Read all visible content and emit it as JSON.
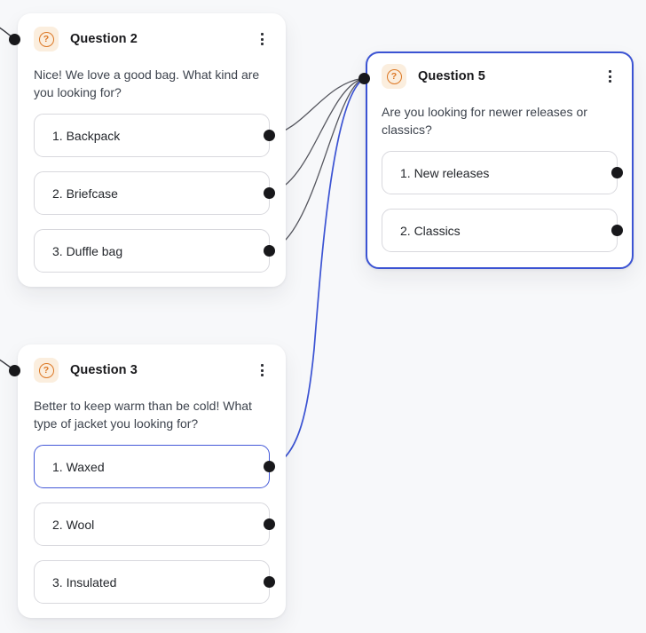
{
  "canvas": {
    "background_color": "#f7f8fa",
    "accent_blue": "#3b53d3",
    "connector_gray": "#55565e",
    "stub_dark": "#3a3b42",
    "port_color": "#18181b",
    "icon_orange": "#dc7724",
    "icon_background": "#fbeede"
  },
  "icons": {
    "question_glyph": "?",
    "kebab_menu": "vertical-ellipsis",
    "port": "filled-circle"
  },
  "cards": [
    {
      "id": "question-2",
      "title": "Question 2",
      "question": "Nice! We love a good bag. What kind are you looking for?",
      "selected": false,
      "options": [
        {
          "label": "1. Backpack",
          "selected": false
        },
        {
          "label": "2. Briefcase",
          "selected": false
        },
        {
          "label": "3. Duffle bag",
          "selected": false
        }
      ]
    },
    {
      "id": "question-5",
      "title": "Question 5",
      "question": "Are you looking for newer releases or classics?",
      "selected": true,
      "options": [
        {
          "label": "1. New releases",
          "selected": false
        },
        {
          "label": "2. Classics",
          "selected": false
        }
      ]
    },
    {
      "id": "question-3",
      "title": "Question 3",
      "question": "Better to keep warm than be cold! What type of jacket you looking for?",
      "selected": false,
      "options": [
        {
          "label": "1. Waxed",
          "selected": true
        },
        {
          "label": "2. Wool",
          "selected": false
        },
        {
          "label": "3. Insulated",
          "selected": false
        }
      ]
    }
  ],
  "edges": [
    {
      "from": "offscreen-left",
      "to": "question-2",
      "style": "dark"
    },
    {
      "from": "offscreen-left",
      "to": "question-3",
      "style": "dark"
    },
    {
      "from": "question-2 / 1. Backpack",
      "to": "question-5",
      "style": "gray"
    },
    {
      "from": "question-2 / 2. Briefcase",
      "to": "question-5",
      "style": "gray"
    },
    {
      "from": "question-2 / 3. Duffle bag",
      "to": "question-5",
      "style": "gray"
    },
    {
      "from": "question-3 / 1. Waxed",
      "to": "question-5",
      "style": "blue-selected"
    }
  ]
}
